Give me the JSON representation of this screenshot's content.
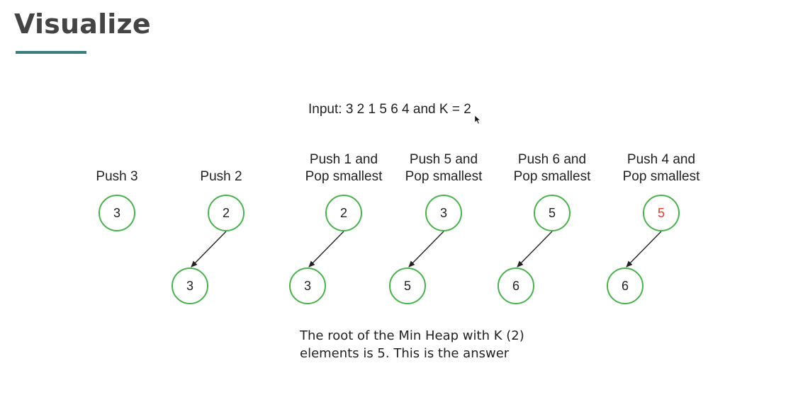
{
  "page": {
    "title": "Visualize",
    "accent_color": "#3f7a80"
  },
  "input_text": "Input: 3 2 1 5 6 4 and K = 2",
  "steps": [
    {
      "label_lines": [
        "Push 3"
      ],
      "root": "3",
      "child": null,
      "root_highlight": false
    },
    {
      "label_lines": [
        "Push 2"
      ],
      "root": "2",
      "child": "3",
      "root_highlight": false
    },
    {
      "label_lines": [
        "Push 1 and",
        "Pop smallest"
      ],
      "root": "2",
      "child": "3",
      "root_highlight": false
    },
    {
      "label_lines": [
        "Push 5 and",
        "Pop smallest"
      ],
      "root": "3",
      "child": "5",
      "root_highlight": false
    },
    {
      "label_lines": [
        "Push 6 and",
        "Pop smallest"
      ],
      "root": "5",
      "child": "6",
      "root_highlight": false
    },
    {
      "label_lines": [
        "Push 4 and",
        "Pop smallest"
      ],
      "root": "5",
      "child": "6",
      "root_highlight": true
    }
  ],
  "colors": {
    "node_stroke": "#4caf50",
    "highlight_text": "#e53935",
    "edge": "#222222"
  },
  "conclusion_lines": [
    "The root of the Min Heap with K (2)",
    "elements is 5. This is the answer"
  ],
  "icons": {
    "cursor": "mouse-pointer-icon"
  }
}
